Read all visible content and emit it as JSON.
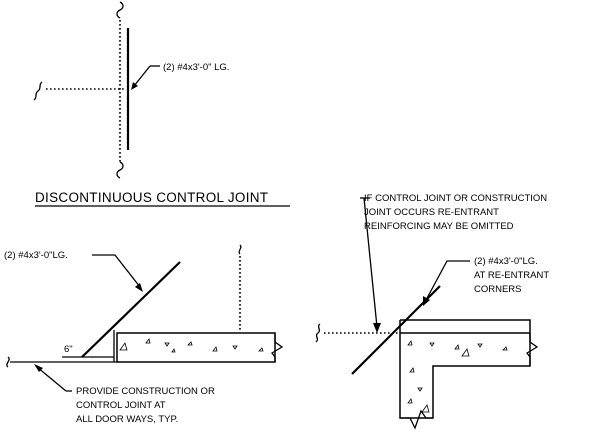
{
  "detail_top": {
    "label": "(2) #4x3'-0\" LG.",
    "title": "DISCONTINUOUS CONTROL JOINT"
  },
  "detail_left": {
    "bar_label": "(2) #4x3'-0\"LG.",
    "dimension": "6\"",
    "note_lines": [
      "PROVIDE CONSTRUCTION OR",
      "CONTROL JOINT AT",
      "ALL DOOR WAYS, TYP."
    ]
  },
  "detail_right": {
    "note_lines": [
      "IF CONTROL JOINT OR CONSTRUCTION",
      "JOINT OCCURS RE-ENTRANT",
      "REINFORCING MAY BE OMITTED"
    ],
    "bar_label_lines": [
      "(2) #4x3'-0\"LG.",
      "AT RE-ENTRANT",
      "CORNERS"
    ]
  }
}
